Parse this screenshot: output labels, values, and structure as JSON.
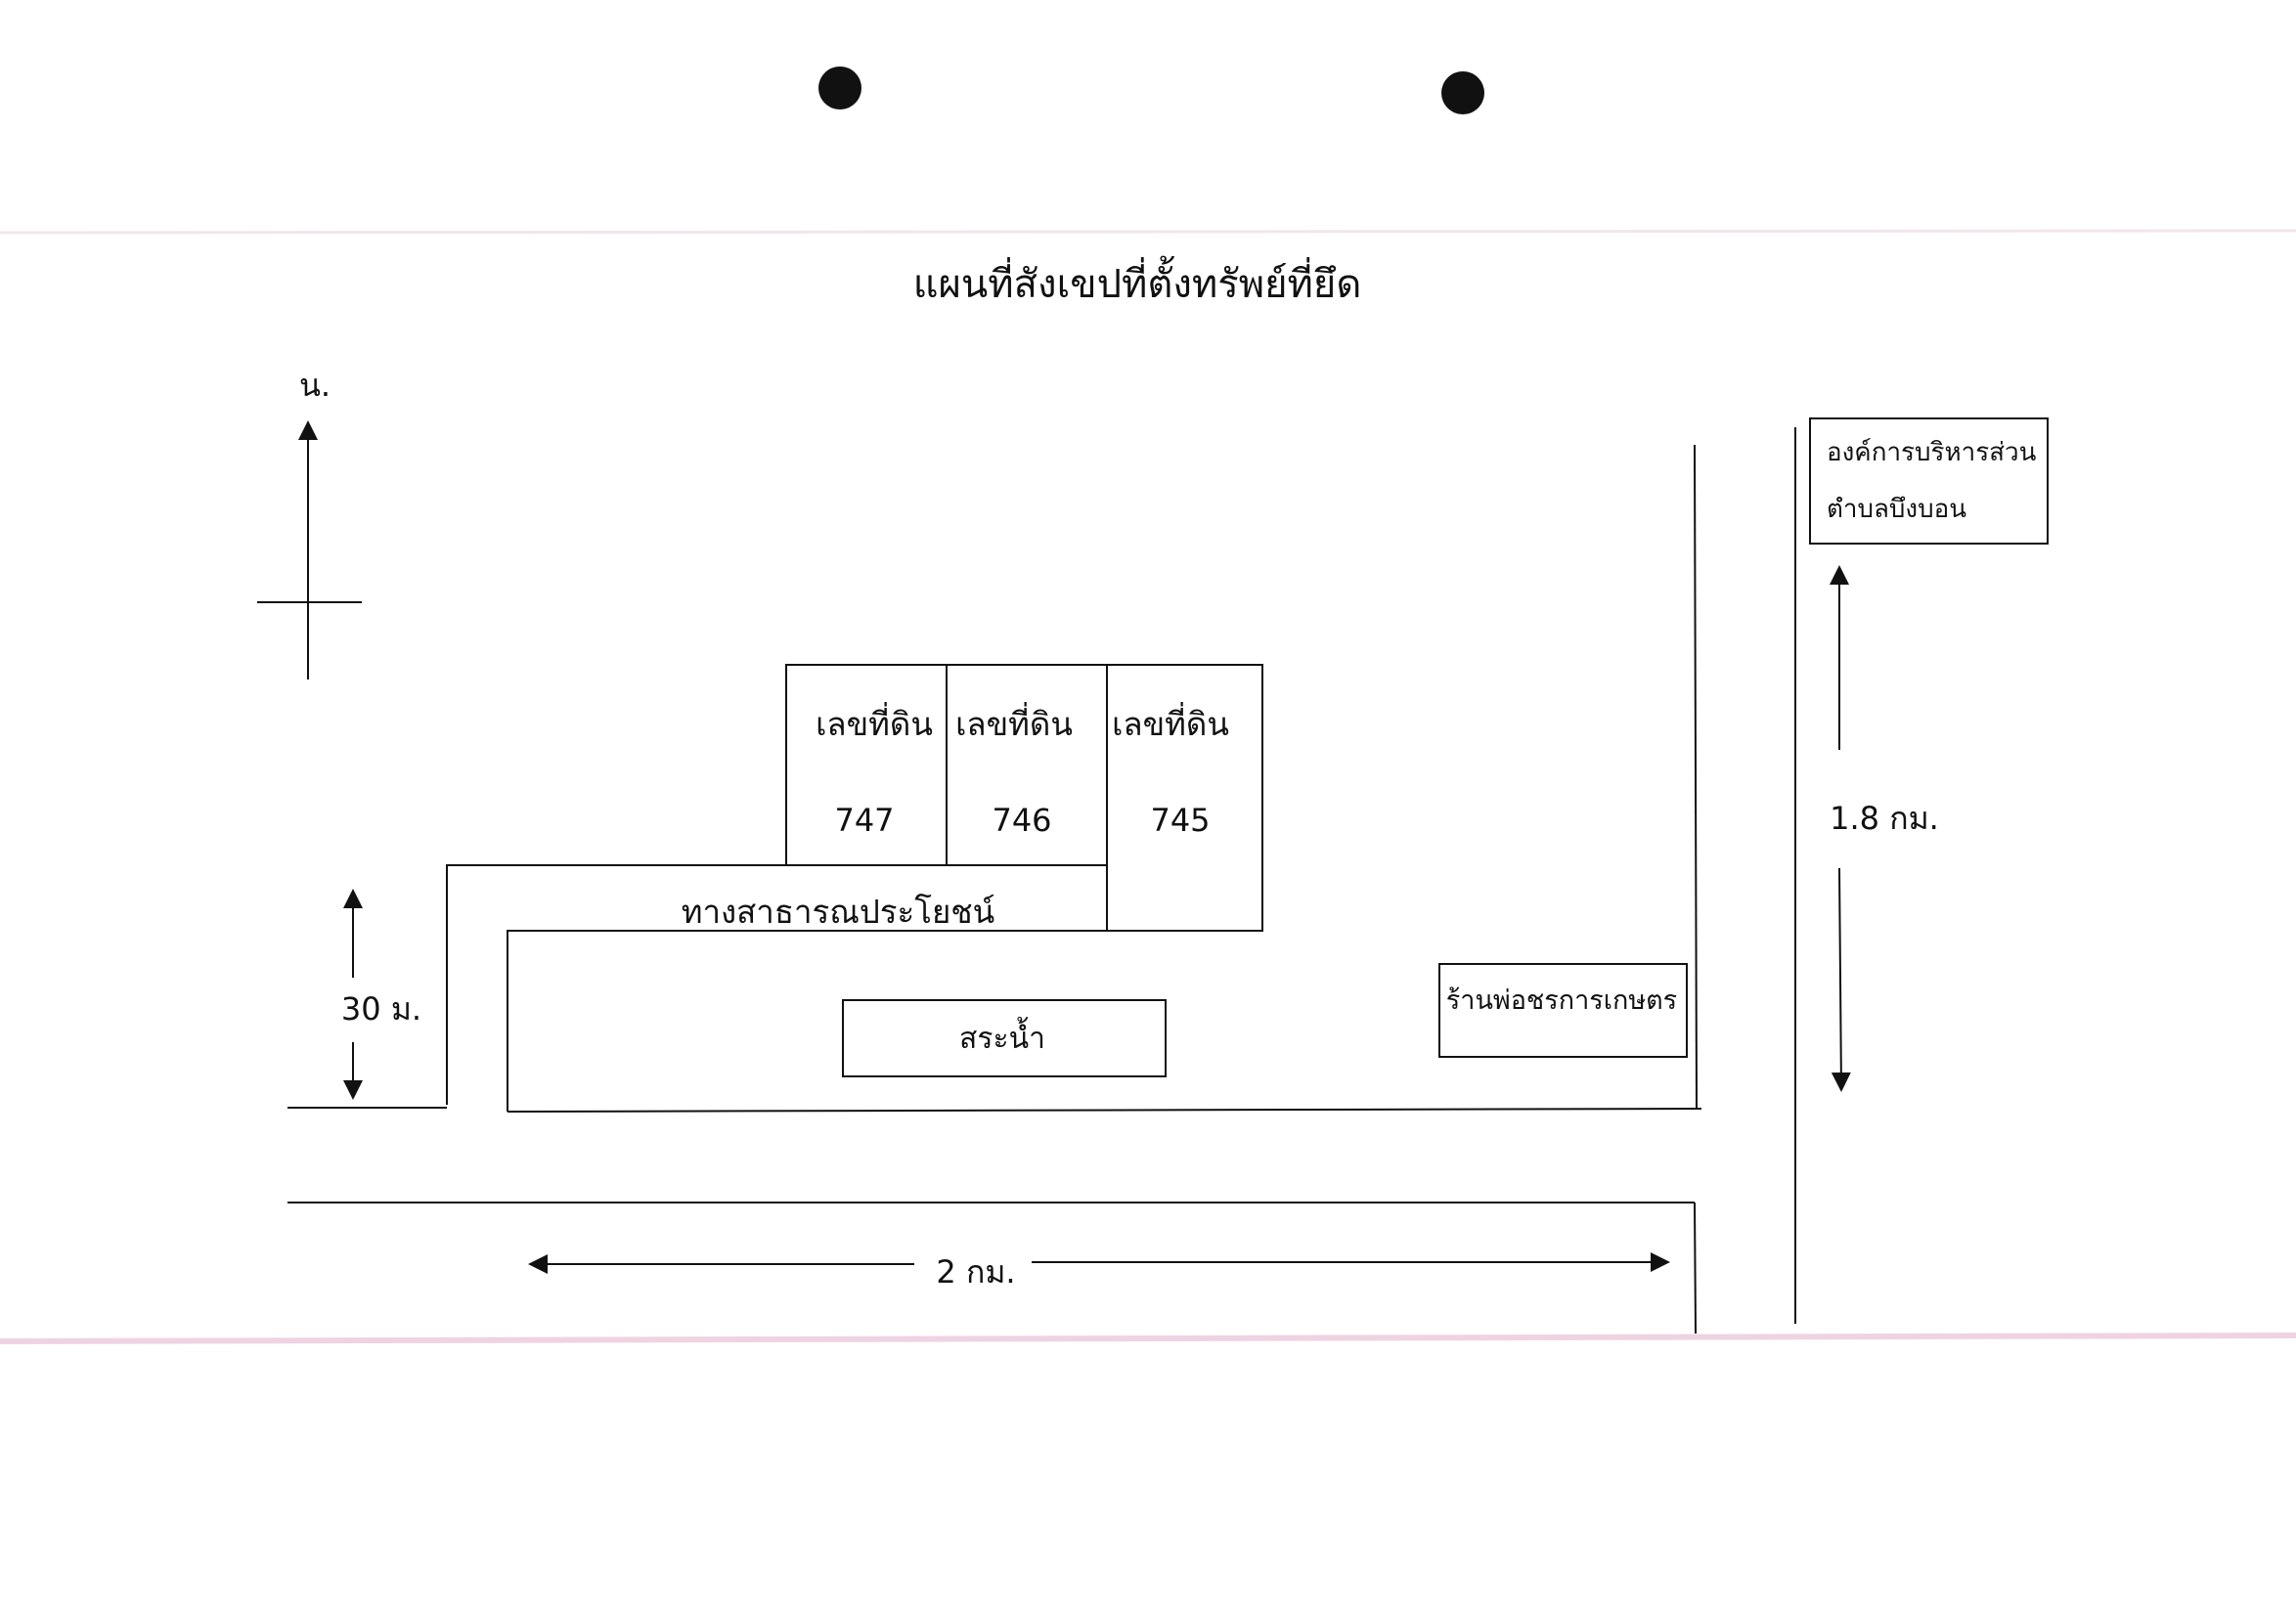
{
  "title": "แผนที่สังเขปที่ตั้งทรัพย์ที่ยึด",
  "north_label": "น.",
  "parcels": [
    {
      "label": "เลขที่ดิน",
      "number": "747"
    },
    {
      "label": "เลขที่ดิน",
      "number": "746"
    },
    {
      "label": "เลขที่ดิน",
      "number": "745"
    }
  ],
  "public_way_label": "ทางสาธารณประโยชน์",
  "pond_label": "สระน้ำ",
  "shop_label": "ร้านพ่อชรการเกษตร",
  "organization": {
    "line1": "องค์การบริหารส่วน",
    "line2": "ตำบลบึงบอน"
  },
  "distances": {
    "to_road": "30 ม.",
    "along_road": "2 กม.",
    "to_organization": "1.8 กม."
  },
  "colors": {
    "ink": "#111111",
    "paper": "#ffffff",
    "fold_line": "#f0d8e6"
  }
}
